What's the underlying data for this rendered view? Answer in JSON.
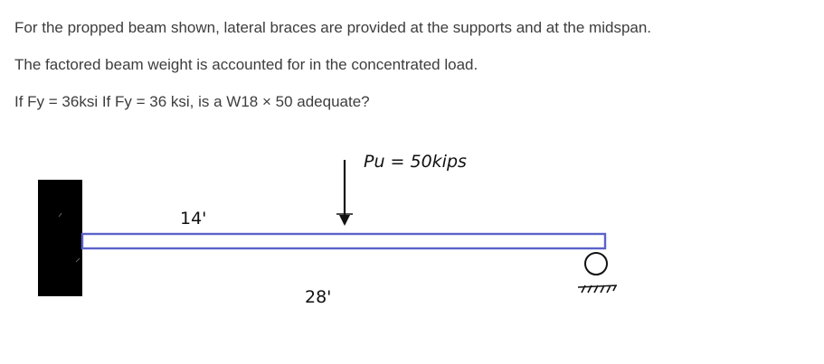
{
  "problem": {
    "line1": "For the propped beam shown, lateral braces are provided at the supports and at the midspan.",
    "line2": "The factored beam weight is accounted for in the concentrated load.",
    "line3": "If Fy = 36ksi If Fy = 36 ksi, is a W18 × 50 adequate?"
  },
  "figure": {
    "load_label": "Pu = 50kips",
    "dim_half": "14'",
    "dim_full": "28'",
    "colors": {
      "beam": "#5b62c9",
      "wall": "#000000",
      "ink": "#111111"
    }
  }
}
